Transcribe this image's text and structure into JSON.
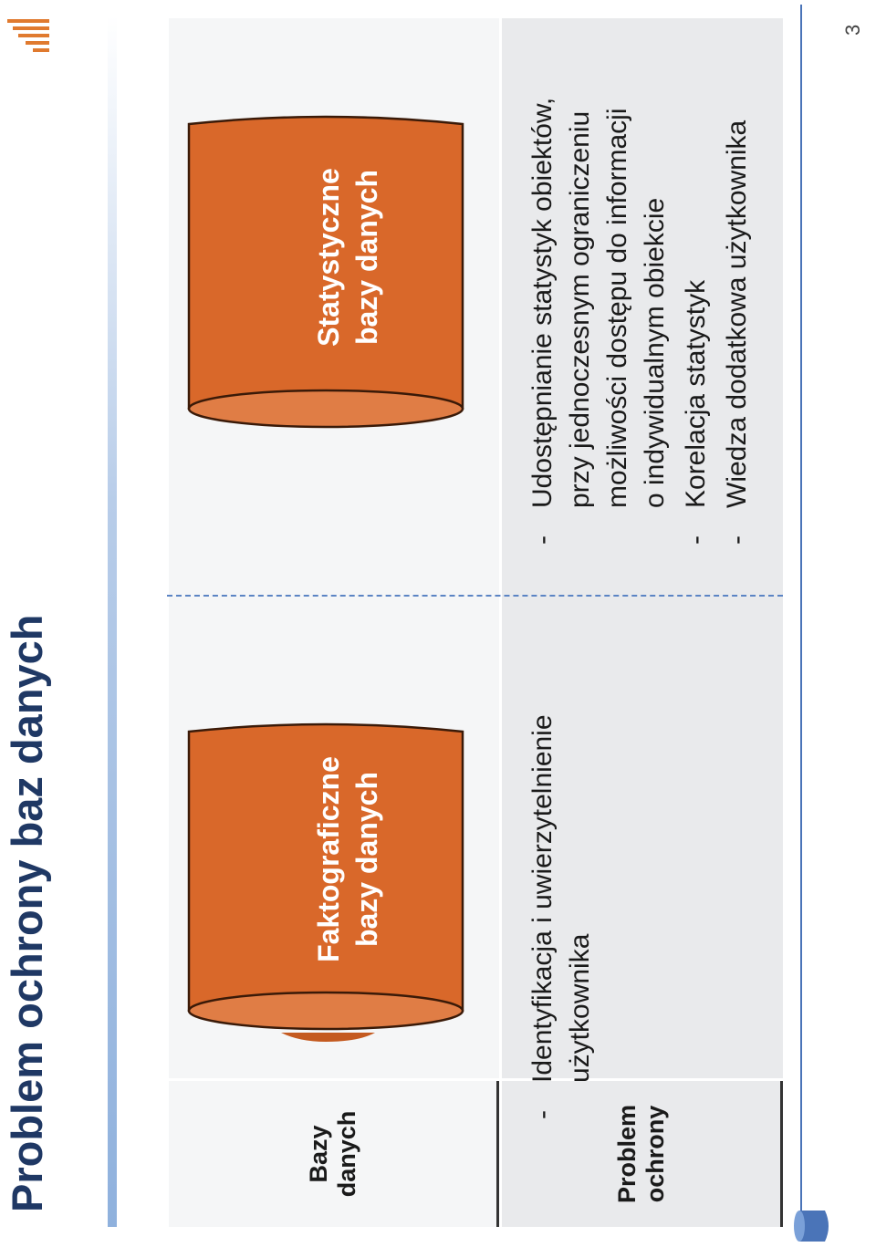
{
  "title": "Problem ochrony baz danych",
  "table": {
    "row_headers": {
      "databases": "Bazy danych",
      "protection_problem": "Problem ochrony"
    },
    "columns": [
      {
        "database_label_line1": "Faktograficzne",
        "database_label_line2": "bazy danych",
        "bullets": [
          {
            "dash": "-",
            "lines": [
              "Identyfikacja i uwierzytelnienie",
              "użytkownika"
            ]
          }
        ]
      },
      {
        "database_label_line1": "Statystyczne",
        "database_label_line2": "bazy danych",
        "bullets": [
          {
            "dash": "-",
            "lines": [
              "Udostępnianie statystyk obiektów,",
              "przy jednoczesnym ograniczeniu",
              "możliwości dostępu do informacji",
              "o indywidualnym obiekcie"
            ]
          },
          {
            "dash": "-",
            "lines": [
              "Korelacja statystyk"
            ]
          },
          {
            "dash": "-",
            "lines": [
              "Wiedza dodatkowa użytkownika"
            ]
          }
        ]
      }
    ]
  },
  "page_number": "3",
  "colors": {
    "cylinder_fill": "#d9682a",
    "title": "#1f3864",
    "accent": "#4a74b8",
    "logo": "#e07a2f"
  },
  "icons": {
    "logo": "logo-bars-icon",
    "footer": "database-icon"
  }
}
